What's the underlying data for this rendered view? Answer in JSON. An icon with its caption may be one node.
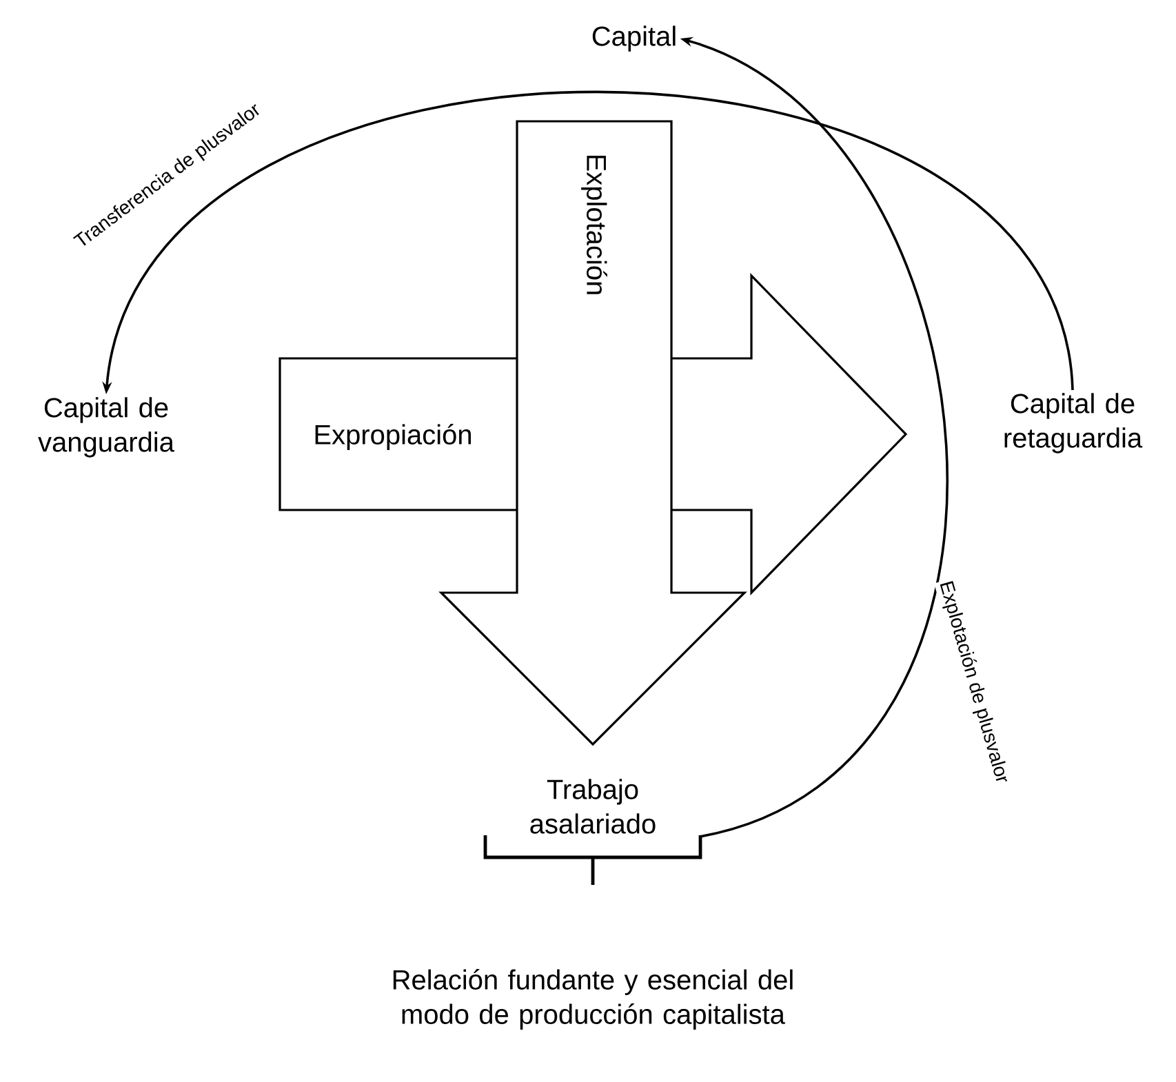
{
  "diagram": {
    "nodes": [
      {
        "text": [
          "Capital"
        ]
      },
      {
        "text": [
          "Capital de vanguardia"
        ]
      },
      {
        "text": [
          "Capital de retaguardia"
        ]
      },
      {
        "text": [
          "Trabajo asalariado"
        ]
      },
      {
        "text": [
          "Expropiación"
        ]
      },
      {
        "text": [
          "Explotación"
        ]
      }
    ],
    "edges": [
      {
        "from": 2,
        "to": 1,
        "arrow": "to",
        "label": "Transferencia de plusvalor"
      },
      {
        "from": 3,
        "to": 0,
        "arrow": "to",
        "label": "Explotación de plusvalor"
      }
    ],
    "labels": [
      "Relación fundante y esencial del modo de producción capitalista"
    ]
  }
}
